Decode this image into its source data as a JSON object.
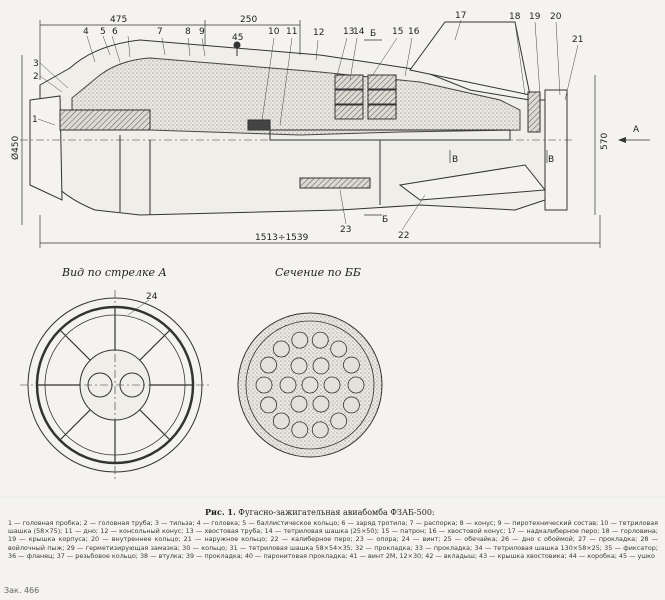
{
  "dimensions": {
    "d475": "475",
    "d250": "250",
    "d450": "Ø450",
    "d570": "570",
    "d1513": "1513÷1539"
  },
  "part_numbers": [
    "1",
    "2",
    "3",
    "4",
    "5",
    "6",
    "7",
    "8",
    "9",
    "10",
    "11",
    "12",
    "13",
    "14",
    "15",
    "16",
    "17",
    "18",
    "19",
    "20",
    "21",
    "22",
    "23",
    "24",
    "45"
  ],
  "section_marks": {
    "arrow_a": "A",
    "b_upper": "Б",
    "b_lower": "Б",
    "v_left": "В",
    "v_right": "В"
  },
  "views": {
    "view_a": "Вид по стрелке А",
    "section_bb": "Сечение по ББ"
  },
  "caption": {
    "title_prefix": "Рис. 1.",
    "title": "Фугасно-зажигательная авиабомба ФЗАБ-500:",
    "legend": "1 — головная пробка; 2 — головная труба; 3 — тильза; 4 — головка; 5 — баллистическое кольцо; 6 — заряд тротила; 7 — распорка; 8 — конус; 9 — пиротехнический состав; 10 — тетриловая шашка (58×75); 11 — дно; 12 — консольный конус; 13 — хвостовая труба; 14 — тетриловая шашка (25×50); 15 — патрон; 16 — хвостовой конус; 17 — надкалиберное перо; 18 — горловина; 19 — крышка корпуса; 20 — внутреннее кольцо; 21 — наружное кольцо; 22 — калиберное перо; 23 — опора; 24 — винт; 25 — обечайка; 26 — дно с обоймой; 27 — прокладка; 28 — войлочный пыж; 29 — герметизирующая замазка; 30 — кольцо; 31 — тетриловая шашка 58×54×35; 32 — прокладка; 33 — прокладка; 34 — тетриловая шашка 130×58×25; 35 — фиксатор; 36 — фланец; 37 — резьбовое кольцо; 38 — втулка; 39 — прокладка; 40 — паронитовая прокладка; 41 — винт 2М, 12×30; 42 — вкладыш; 43 — крышка хвостовика; 44 — коробка; 45 — ушко"
  },
  "page_mark": "Зак. 466"
}
